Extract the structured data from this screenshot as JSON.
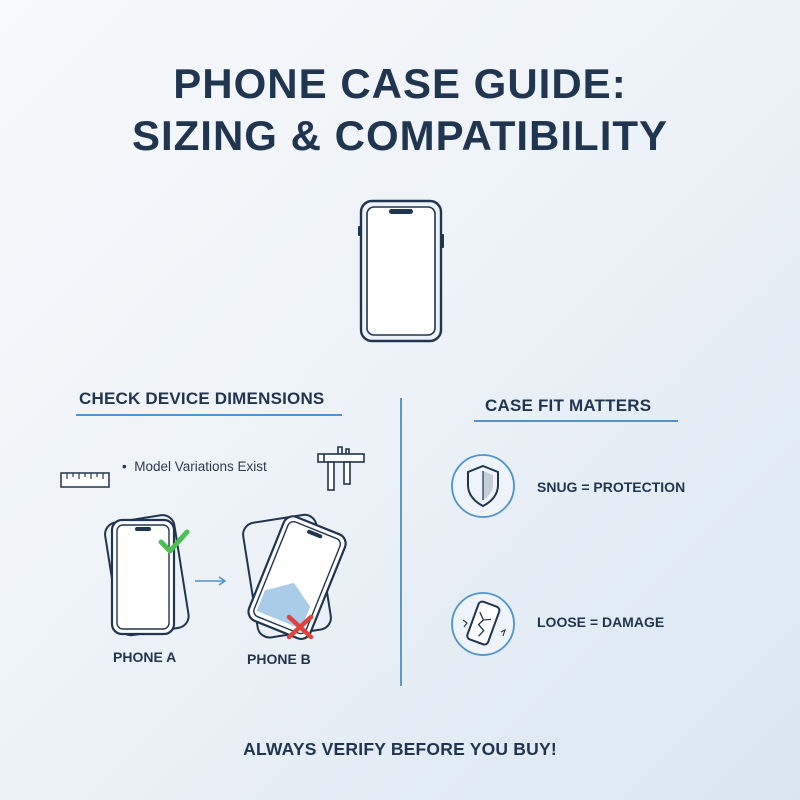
{
  "title": {
    "line1": "PHONE CASE GUIDE:",
    "line2": "SIZING & COMPATIBILITY"
  },
  "left_section": {
    "heading": "CHECK DEVICE DIMENSIONS",
    "bullet": "Model Variations Exist",
    "phone_a_label": "PHONE A",
    "phone_b_label": "PHONE B",
    "icons": [
      "ruler-icon",
      "caliper-icon",
      "checkmark-icon",
      "cross-icon",
      "arrow-icon"
    ]
  },
  "right_section": {
    "heading": "CASE FIT MATTERS",
    "items": [
      {
        "label": "SNUG = PROTECTION",
        "icon": "shield-icon"
      },
      {
        "label": "LOOSE = DAMAGE",
        "icon": "cracked-phone-icon"
      }
    ]
  },
  "footer": "ALWAYS VERIFY BEFORE YOU BUY!",
  "colors": {
    "primary_text": "#1f3550",
    "accent_blue": "#4f93cf",
    "check_green": "#4cbf55",
    "cross_red": "#e0413b"
  }
}
